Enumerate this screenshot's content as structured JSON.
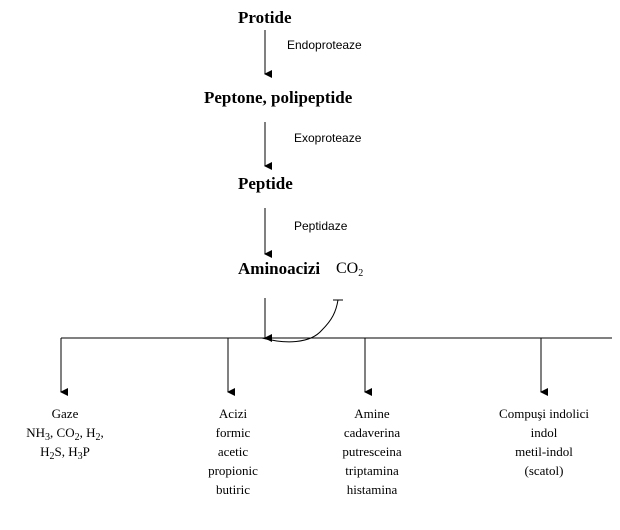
{
  "chain": {
    "protide": "Protide",
    "endoproteaze": "Endoproteaze",
    "peptone": "Peptone, polipeptide",
    "exoproteaze": "Exoproteaze",
    "peptide": "Peptide",
    "peptidaze": "Peptidaze",
    "aminoacizi": "Aminoacizi",
    "co2": {
      "base": "CO",
      "sub": "2"
    }
  },
  "products": {
    "gaze": {
      "title": "Gaze",
      "line1": [
        {
          "t": "NH"
        },
        {
          "t": "3",
          "s": true
        },
        {
          "t": ", CO"
        },
        {
          "t": "2",
          "s": true
        },
        {
          "t": ",  H"
        },
        {
          "t": "2",
          "s": true
        },
        {
          "t": ","
        }
      ],
      "line2": [
        {
          "t": "H"
        },
        {
          "t": "2",
          "s": true
        },
        {
          "t": "S, H"
        },
        {
          "t": "3",
          "s": true
        },
        {
          "t": "P"
        }
      ]
    },
    "acizi": {
      "title": "Acizi",
      "items": [
        "formic",
        "acetic",
        "propionic",
        "butiric"
      ]
    },
    "amine": {
      "title": "Amine",
      "items": [
        "cadaverina",
        "putresceina",
        "triptamina",
        "histamina"
      ]
    },
    "indolici": {
      "title": "Compuşi indolici",
      "items": [
        "indol",
        "metil-indol",
        "(scatol)"
      ]
    }
  }
}
